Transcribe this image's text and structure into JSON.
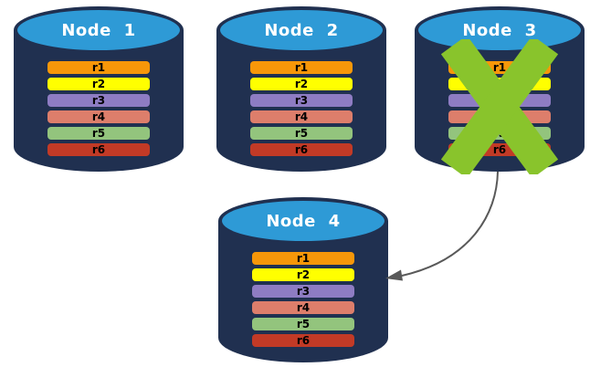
{
  "nodes": [
    {
      "label": "Node 1",
      "rows": [
        {
          "label": "r1"
        },
        {
          "label": "r2"
        },
        {
          "label": "r3"
        },
        {
          "label": "r4"
        },
        {
          "label": "r5"
        },
        {
          "label": "r6"
        }
      ]
    },
    {
      "label": "Node 2",
      "rows": [
        {
          "label": "r1"
        },
        {
          "label": "r2"
        },
        {
          "label": "r3"
        },
        {
          "label": "r4"
        },
        {
          "label": "r5"
        },
        {
          "label": "r6"
        }
      ]
    },
    {
      "label": "Node 3",
      "rows": [
        {
          "label": "r1"
        },
        {
          "label": "r2"
        },
        {
          "label": "r3"
        },
        {
          "label": "r4"
        },
        {
          "label": "r5"
        },
        {
          "label": "r6"
        }
      ],
      "overlay_icon": "x-cross-icon"
    },
    {
      "label": "Node 4",
      "rows": [
        {
          "label": "r1"
        },
        {
          "label": "r2"
        },
        {
          "label": "r3"
        },
        {
          "label": "r4"
        },
        {
          "label": "r5"
        },
        {
          "label": "r6"
        }
      ]
    }
  ],
  "row_colors": [
    "#F79709",
    "#FFFF00",
    "#8E7CC3",
    "#DD7E6B",
    "#93C47D",
    "#C23A26"
  ],
  "colors": {
    "cylinder_body": "#203050",
    "cylinder_top": "#2E9AD6",
    "node_label": "#FFFFFF",
    "row_text": "#000000",
    "failure_x": "#89C42C",
    "arrow": "#595959"
  },
  "icons": {
    "failure": "x-cross-icon",
    "failover": "curved-arrow-icon"
  }
}
